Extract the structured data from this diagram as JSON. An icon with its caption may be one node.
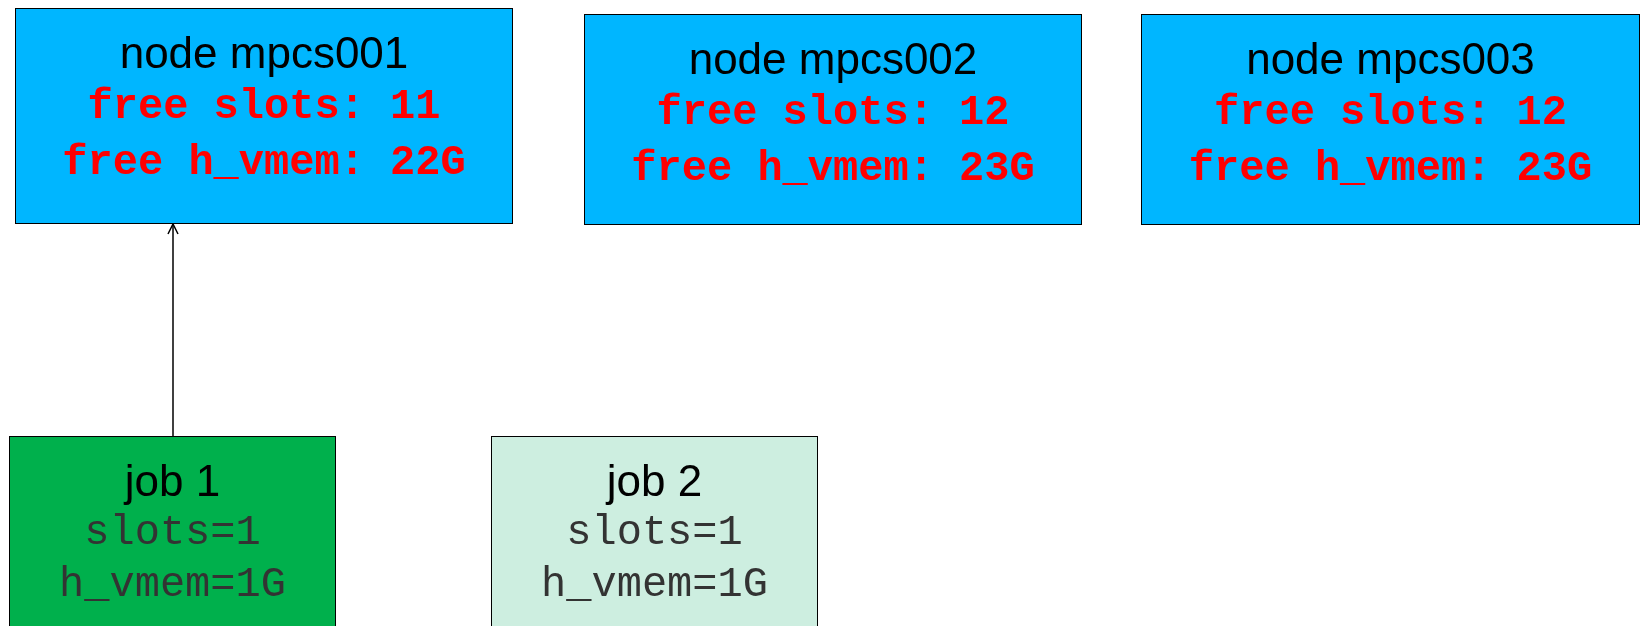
{
  "diagram": {
    "nodes": [
      {
        "text": [
          "node mpcs001",
          "free slots: 11",
          "free h_vmem: 22G"
        ]
      },
      {
        "text": [
          "node mpcs002",
          "free slots: 12",
          "free h_vmem: 23G"
        ]
      },
      {
        "text": [
          "node mpcs003",
          "free slots: 12",
          "free h_vmem: 23G"
        ]
      },
      {
        "text": [
          "job 1",
          "slots=1",
          "h_vmem=1G"
        ]
      },
      {
        "text": [
          "job 2",
          "slots=1",
          "h_vmem=1G"
        ]
      }
    ],
    "edges": [
      {
        "from": 3,
        "to": 0,
        "arrow": "to"
      }
    ]
  }
}
